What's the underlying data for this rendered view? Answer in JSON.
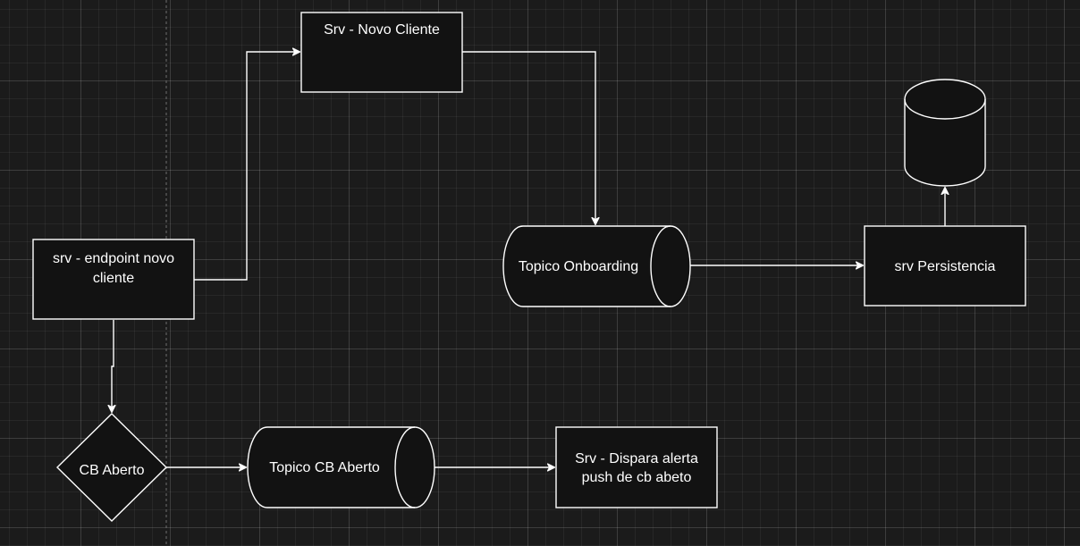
{
  "diagram": {
    "background_color": "#1b1b1b",
    "stroke_color": "#ffffff",
    "fill_color": "#121212",
    "nodes": {
      "srv_novo_cliente": {
        "shape": "rectangle",
        "label": "Srv - Novo Cliente"
      },
      "srv_endpoint": {
        "shape": "rectangle",
        "lines": [
          "srv - endpoint novo",
          "cliente"
        ]
      },
      "topico_onboarding": {
        "shape": "cylinder",
        "label": "Topico Onboarding"
      },
      "database": {
        "shape": "cylinder",
        "label": ""
      },
      "srv_persistencia": {
        "shape": "rectangle",
        "label": "srv Persistencia"
      },
      "cb_aberto": {
        "shape": "diamond",
        "label": "CB Aberto"
      },
      "topico_cb_aberto": {
        "shape": "cylinder",
        "label": "Topico CB Aberto"
      },
      "srv_dispara_alerta": {
        "shape": "rectangle",
        "lines": [
          "Srv - Dispara alerta",
          "push de cb abeto"
        ]
      }
    },
    "edges": [
      {
        "from": "srv_endpoint",
        "to": "srv_novo_cliente"
      },
      {
        "from": "srv_novo_cliente",
        "to": "topico_onboarding"
      },
      {
        "from": "topico_onboarding",
        "to": "srv_persistencia"
      },
      {
        "from": "srv_persistencia",
        "to": "database"
      },
      {
        "from": "srv_endpoint",
        "to": "cb_aberto"
      },
      {
        "from": "cb_aberto",
        "to": "topico_cb_aberto"
      },
      {
        "from": "topico_cb_aberto",
        "to": "srv_dispara_alerta"
      }
    ]
  }
}
